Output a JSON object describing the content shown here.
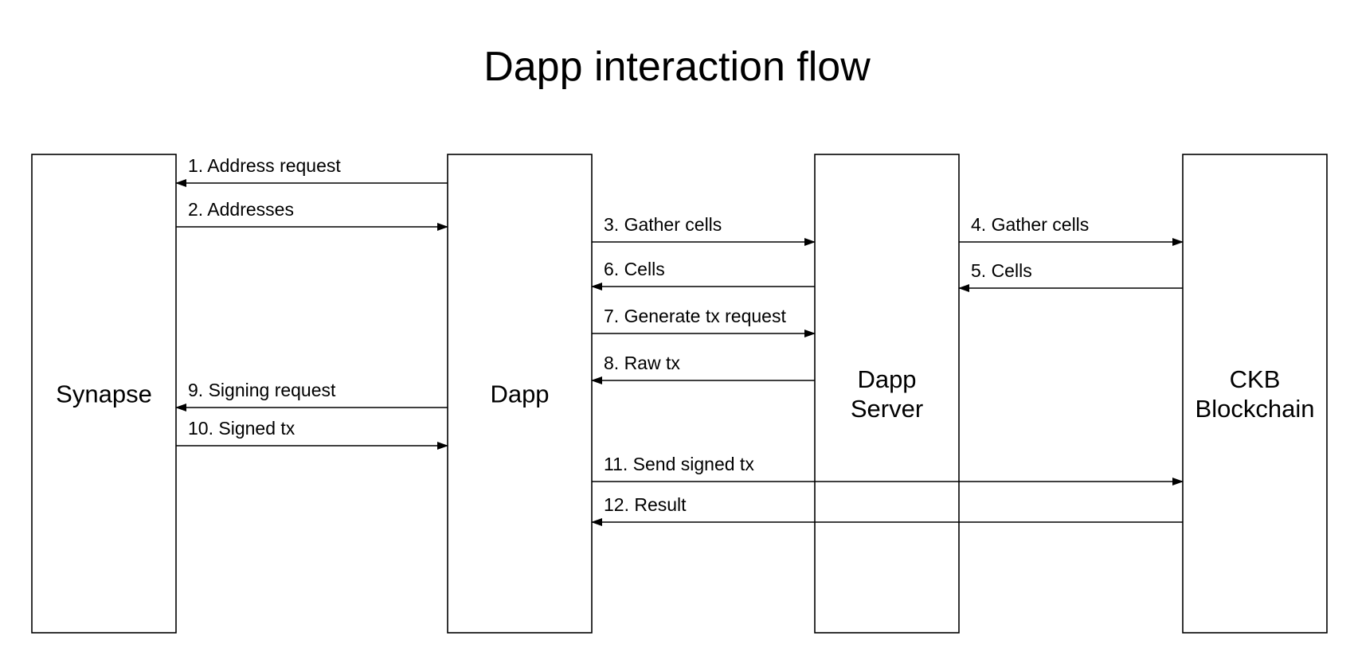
{
  "title": "Dapp interaction flow",
  "actors": [
    {
      "id": "synapse",
      "label_lines": [
        "Synapse"
      ]
    },
    {
      "id": "dapp",
      "label_lines": [
        "Dapp"
      ]
    },
    {
      "id": "dapp-server",
      "label_lines": [
        "Dapp",
        "Server"
      ]
    },
    {
      "id": "ckb-blockchain",
      "label_lines": [
        "CKB",
        "Blockchain"
      ]
    }
  ],
  "messages": [
    {
      "step": 1,
      "label": "1. Address request",
      "from": "dapp",
      "to": "synapse"
    },
    {
      "step": 2,
      "label": "2. Addresses",
      "from": "synapse",
      "to": "dapp"
    },
    {
      "step": 3,
      "label": "3. Gather cells",
      "from": "dapp",
      "to": "dapp-server"
    },
    {
      "step": 4,
      "label": "4. Gather cells",
      "from": "dapp-server",
      "to": "ckb-blockchain"
    },
    {
      "step": 5,
      "label": "5. Cells",
      "from": "ckb-blockchain",
      "to": "dapp-server"
    },
    {
      "step": 6,
      "label": "6. Cells",
      "from": "dapp-server",
      "to": "dapp"
    },
    {
      "step": 7,
      "label": "7. Generate tx request",
      "from": "dapp",
      "to": "dapp-server"
    },
    {
      "step": 8,
      "label": "8. Raw tx",
      "from": "dapp-server",
      "to": "dapp"
    },
    {
      "step": 9,
      "label": "9. Signing request",
      "from": "dapp",
      "to": "synapse"
    },
    {
      "step": 10,
      "label": "10. Signed tx",
      "from": "synapse",
      "to": "dapp"
    },
    {
      "step": 11,
      "label": "11. Send signed tx",
      "from": "dapp",
      "to": "ckb-blockchain"
    },
    {
      "step": 12,
      "label": "12. Result",
      "from": "ckb-blockchain",
      "to": "dapp"
    }
  ]
}
